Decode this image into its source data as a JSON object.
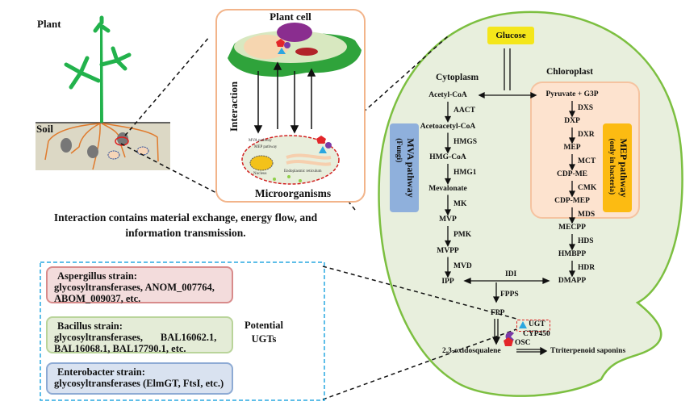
{
  "figure": {
    "plant_panel": {
      "plant_label": "Plant",
      "soil_label": "Soil"
    },
    "cell_panel": {
      "title": "Plant cell",
      "interaction_label": "Interaction",
      "microorganisms_label": "Microorganisms",
      "micro_internal_labels": {
        "mva": "MVA pathway",
        "mep": "MEP pathway",
        "nucleus": "Nucleus",
        "er": "Endoplasmic reticulum"
      }
    },
    "caption": "Interaction contains material exchange, energy flow, and information transmission.",
    "pathway": {
      "glucose": "Glucose",
      "cytoplasm": "Cytoplasm",
      "chloroplast": "Chloroplast",
      "mva_label": "MVA pathway",
      "mva_sub": "(Fungi)",
      "mep_label": "MEP pathway",
      "mep_sub": "(only in bacteria)",
      "mva_steps": [
        {
          "compound": "Acetyl-CoA",
          "enzyme": "AACT"
        },
        {
          "compound": "Acetoacetyl-CoA",
          "enzyme": "HMGS"
        },
        {
          "compound": "HMG-CoA",
          "enzyme": "HMG1"
        },
        {
          "compound": "Mevalonate",
          "enzyme": "MK"
        },
        {
          "compound": "MVP",
          "enzyme": "PMK"
        },
        {
          "compound": "MVPP",
          "enzyme": "MVD"
        },
        {
          "compound": "IPP",
          "enzyme": ""
        }
      ],
      "mep_steps": [
        {
          "compound": "Pyruvate + G3P",
          "enzyme": "DXS"
        },
        {
          "compound": "DXP",
          "enzyme": "DXR"
        },
        {
          "compound": "MEP",
          "enzyme": "MCT"
        },
        {
          "compound": "CDP-ME",
          "enzyme": "CMK"
        },
        {
          "compound": "CDP-MEP",
          "enzyme": "MDS"
        },
        {
          "compound": "MECPP",
          "enzyme": "HDS"
        },
        {
          "compound": "HMBPP",
          "enzyme": "HDR"
        },
        {
          "compound": "DMAPP",
          "enzyme": ""
        }
      ],
      "idi": "IDI",
      "fpps": "FPPS",
      "fpp": "FPP",
      "ugt": "UGT",
      "cyp450": "CYP450",
      "osc": "OSC",
      "oxidosqualene": "2,3-oxidosqualene",
      "product": "Ttriterpenoid saponins"
    },
    "ugt_panel": {
      "side_label": "Potential UGTs",
      "strains": [
        {
          "name": "Aspergillus strain:",
          "line1": "glycosyltransferases,   ANOM_007764,",
          "line2": "ABOM_009037, etc."
        },
        {
          "name": "Bacillus strain:",
          "line1": "glycosyltransferases,       BAL16062.1,",
          "line2": "BAL16068.1, BAL17790.1, etc."
        },
        {
          "name": "Enterobacter strain:",
          "line1": "glycosyltransferases (ElmGT, FtsI, etc.)",
          "line2": ""
        }
      ]
    },
    "colors": {
      "leaf_green": "#22b24c",
      "soil": "#dcd8c5",
      "root_orange": "#e07a2c",
      "cell_frame": "#f2b48a",
      "microbe_cell_bg": "#e8eedc",
      "microbe_border_red": "#d22222",
      "big_cell_fill": "#e8efdd",
      "big_cell_stroke": "#7cbf40",
      "chloroplast_fill": "#fde3cf",
      "chloroplast_stroke": "#f5c3a0",
      "glucose_yellow": "#f4e61a",
      "mva_blue": "#8fb0dc",
      "mep_orange": "#fcbb12",
      "ugt_triangle": "#2aa7e0",
      "cyp450_purple": "#7a3aa6",
      "osc_red": "#e3262a",
      "ugt_dashed_frame": "#29a9e0"
    }
  }
}
